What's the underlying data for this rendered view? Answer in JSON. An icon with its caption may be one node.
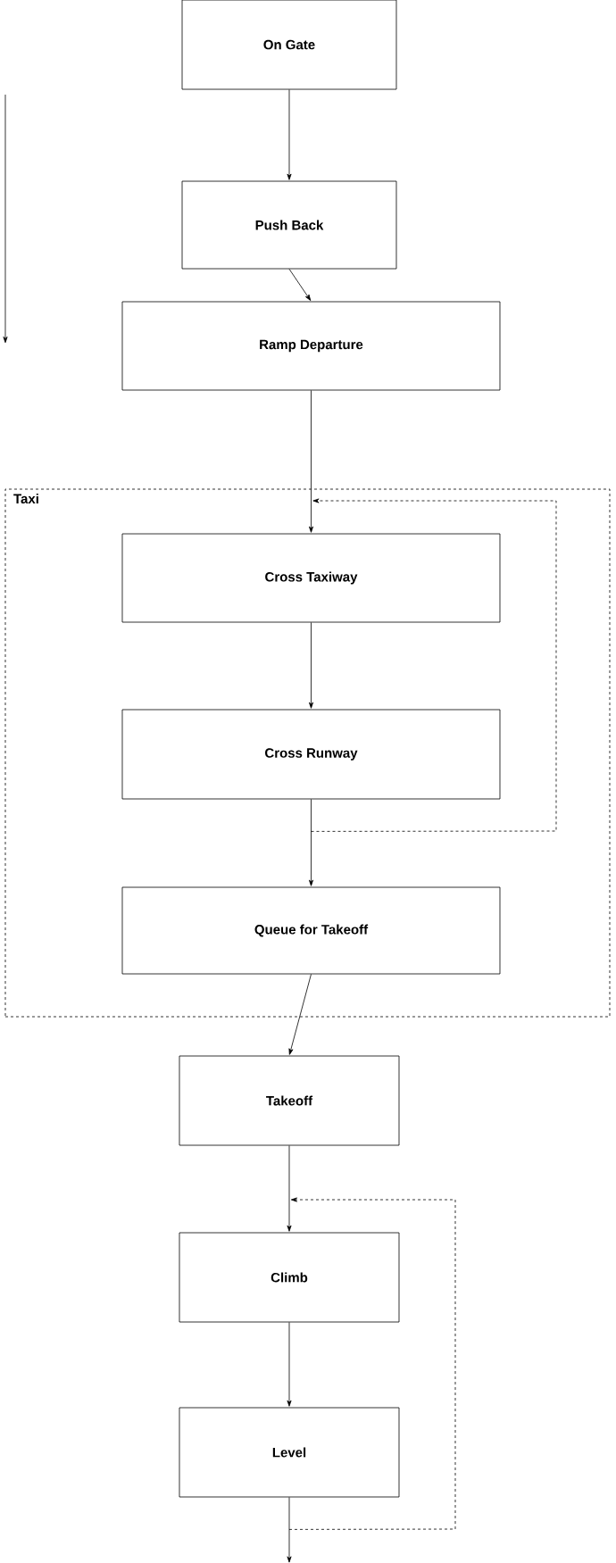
{
  "diagram": {
    "nodes": [
      {
        "text": [
          "On Gate"
        ]
      },
      {
        "text": [
          "Push Back"
        ]
      },
      {
        "text": [
          "Ramp Departure"
        ]
      },
      {
        "text": [
          "Taxi"
        ]
      },
      {
        "text": [
          "Cross Taxiway"
        ],
        "in": 3
      },
      {
        "text": [
          "Cross Runway"
        ],
        "in": 3
      },
      {
        "text": [
          "Queue for Takeoff"
        ],
        "in": 3
      },
      {
        "text": [
          "Takeoff"
        ]
      },
      {
        "text": [
          "Climb"
        ]
      },
      {
        "text": [
          "Level"
        ]
      }
    ],
    "edges": [
      {
        "from": 0,
        "to": 1,
        "arrow": "to"
      },
      {
        "from": 1,
        "to": 2,
        "arrow": "to"
      },
      {
        "from": 2,
        "to": 4,
        "arrow": "to"
      },
      {
        "from": 4,
        "to": 5,
        "arrow": "to"
      },
      {
        "from": 5,
        "to": 6,
        "arrow": "to"
      },
      {
        "from": 5,
        "to": 4,
        "arrow": "to",
        "style": "dashed"
      },
      {
        "from": 6,
        "to": 7,
        "arrow": "to"
      },
      {
        "from": 7,
        "to": 8,
        "arrow": "to"
      },
      {
        "from": 8,
        "to": 9,
        "arrow": "to"
      },
      {
        "from": 9,
        "to": 8,
        "arrow": "to",
        "style": "dashed"
      },
      {
        "from": 9,
        "to": null,
        "arrow": "to"
      }
    ]
  }
}
